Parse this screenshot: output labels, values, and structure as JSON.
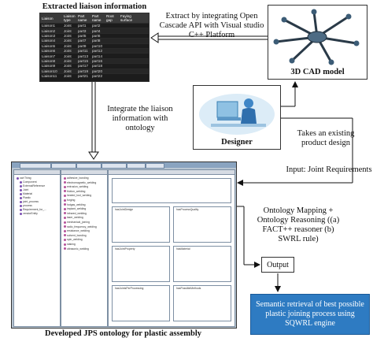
{
  "liaison": {
    "title": "Extracted liaison information",
    "columns": [
      "Liaison",
      "Liaison type",
      "Part name",
      "Part name",
      "Root gap",
      "Faying surface"
    ],
    "rows": [
      [
        "Liaison1",
        "Joint",
        "part1",
        "part2",
        "",
        ""
      ],
      [
        "Liaison2",
        "Joint",
        "part3",
        "part4",
        "",
        ""
      ],
      [
        "Liaison3",
        "Joint",
        "part5",
        "part6",
        "",
        ""
      ],
      [
        "Liaison4",
        "Joint",
        "part7",
        "part8",
        "",
        ""
      ],
      [
        "Liaison5",
        "Joint",
        "part9",
        "part10",
        "",
        ""
      ],
      [
        "Liaison6",
        "Joint",
        "part11",
        "part12",
        "",
        ""
      ],
      [
        "Liaison7",
        "Joint",
        "part13",
        "part14",
        "",
        ""
      ],
      [
        "Liaison8",
        "Joint",
        "part15",
        "part16",
        "",
        ""
      ],
      [
        "Liaison9",
        "Joint",
        "part17",
        "part18",
        "",
        ""
      ],
      [
        "Liaison10",
        "Joint",
        "part19",
        "part20",
        "",
        ""
      ],
      [
        "Liaison11",
        "Joint",
        "part21",
        "part22",
        "",
        ""
      ]
    ]
  },
  "extract_label": "Extract by integrating Open Cascade API with Visual studio C++ Platform",
  "cad_label": "3D CAD model",
  "designer_label": "Designer",
  "integrate_label": "Integrate the liaison information with ontology",
  "takes_label": "Takes an existing product design",
  "input_label": "Input: Joint Requirements",
  "mapping_label": "Ontology Mapping + Ontology Reasoning ((a) FACT++ reasoner (b) SWRL rule)",
  "output_label": "Output",
  "semantic_label": "Semantic retrieval of best possible plastic joining process using SQWRL engine",
  "ontology_caption": "Developed JPS ontology for plastic assembly",
  "ontology_ui": {
    "class_items": [
      "owl:Thing",
      "Component",
      "ExternalReference",
      "Joint",
      "Material",
      "Plastic",
      "joint_process",
      "process",
      "Requirement_for_...",
      "vendorEntity"
    ],
    "process_items": [
      "adhesive_bonding",
      "electromagnetic_welding",
      "extrusion_welding",
      "friction_welding",
      "heated_tool_welding",
      "forging",
      "hotgas_welding",
      "implant_welding",
      "infrared_welding",
      "laser_welding",
      "mechanical_joining",
      "radio_frequency_welding",
      "resistance_welding",
      "solvent_bonding",
      "spin_welding",
      "staking",
      "ultrasonic_welding"
    ],
    "sub_boxes": [
      "hasJointDesign",
      "hasProcessQuality",
      "hasJointProperty",
      "hasMaterial",
      "hasJointsPerProcessing",
      "hasPossibleMethods"
    ]
  }
}
